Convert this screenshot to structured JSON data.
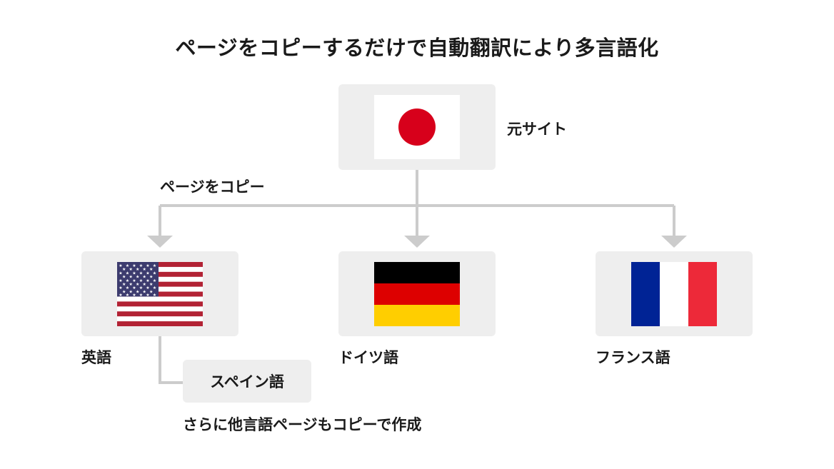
{
  "title": "ページをコピーするだけで自動翻訳により多言語化",
  "source": {
    "label": "元サイト",
    "flag_icon": "japan-flag-icon"
  },
  "copy_label": "ページをコピー",
  "targets": [
    {
      "label": "英語",
      "flag_icon": "usa-flag-icon"
    },
    {
      "label": "ドイツ語",
      "flag_icon": "germany-flag-icon"
    },
    {
      "label": "フランス語",
      "flag_icon": "france-flag-icon"
    }
  ],
  "extra_language": {
    "label": "スペイン語"
  },
  "footer_note": "さらに他言語ページもコピーで作成",
  "colors": {
    "box_background": "#eeeeee",
    "connector": "#cccccc",
    "japan_red": "#d7001b",
    "usa_red": "#b22234",
    "usa_blue": "#3c3b6e",
    "germany_black": "#000000",
    "germany_red": "#dd0000",
    "germany_gold": "#ffce00",
    "france_blue": "#002395",
    "france_red": "#ed2939"
  }
}
